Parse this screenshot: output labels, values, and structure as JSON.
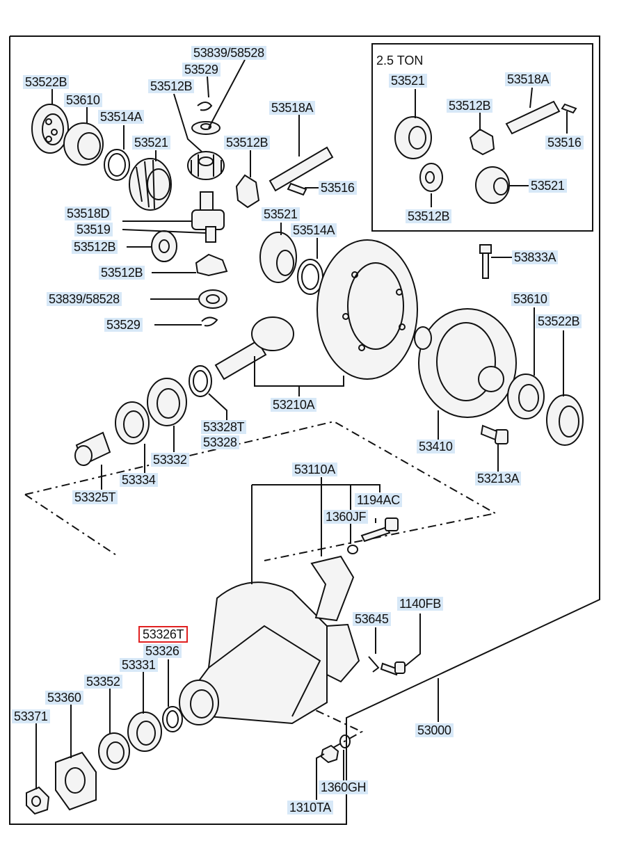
{
  "inset": {
    "title": "2.5 TON"
  },
  "labels": {
    "l53839_58528_top": "53839/58528",
    "l53529_top": "53529",
    "l53522B_top": "53522B",
    "l53512B_a": "53512B",
    "l53610_top": "53610",
    "l53514A_top": "53514A",
    "l53518A_main": "53518A",
    "l53521_a": "53521",
    "l53512B_b": "53512B",
    "l53516_main": "53516",
    "l53518D": "53518D",
    "l53519": "53519",
    "l53521_b": "53521",
    "l53514A_b": "53514A",
    "l53512B_c": "53512B",
    "l53512B_d": "53512B",
    "l53839_58528_b": "53839/58528",
    "l53529_b": "53529",
    "in53521_a": "53521",
    "in53518A": "53518A",
    "in53512B_a": "53512B",
    "in53516": "53516",
    "in53521_b": "53521",
    "in53512B_b": "53512B",
    "l53833A": "53833A",
    "l53610_r": "53610",
    "l53522B_r": "53522B",
    "l53410": "53410",
    "l53213A": "53213A",
    "l53210A": "53210A",
    "l53328T": "53328T",
    "l53328": "53328",
    "l53332": "53332",
    "l53334": "53334",
    "l53325T": "53325T",
    "l53110A": "53110A",
    "l1194AC": "1194AC",
    "l1360JF": "1360JF",
    "l1140FB": "1140FB",
    "l53645": "53645",
    "l53326T": "53326T",
    "l53326": "53326",
    "l53331": "53331",
    "l53352": "53352",
    "l53360": "53360",
    "l53371": "53371",
    "l53000": "53000",
    "l1360GH": "1360GH",
    "l1310TA": "1310TA"
  },
  "colors": {
    "label_bg": "#d7e8f7",
    "highlight_border": "#e02020",
    "line": "#111111"
  }
}
